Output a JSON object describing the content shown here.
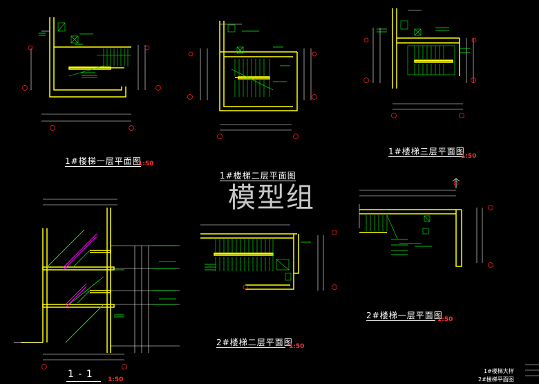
{
  "titles": {
    "stair1_floor1": "1#楼梯一层平面图",
    "stair1_floor2": "1#楼梯二层平面图",
    "stair1_floor3": "1#楼梯三层平面图",
    "section_1_1": "1 - 1",
    "stair2_floor2": "2#楼梯二层平面图",
    "stair2_floor1": "2#楼梯一层平面图"
  },
  "scales": {
    "stair1_floor1": "1:50",
    "stair1_floor3": "1:50",
    "section_1_1": "1:50",
    "stair2_floor2": "1:50",
    "stair2_floor1": "1:50"
  },
  "watermark": "模型组",
  "title_block": {
    "line1": "1#楼梯大样",
    "line2": "2#楼梯平面图"
  },
  "colors": {
    "background": "#000000",
    "wall": "#ffff00",
    "stair_lines": "#00ff00",
    "dimension": "#ffffff",
    "axis_bubble": "#ff2020",
    "section_cut": "#ff00ff",
    "title_scale": "#ff3030"
  },
  "icons": [
    "axis-bubble-icon",
    "north-section-mark-icon"
  ]
}
